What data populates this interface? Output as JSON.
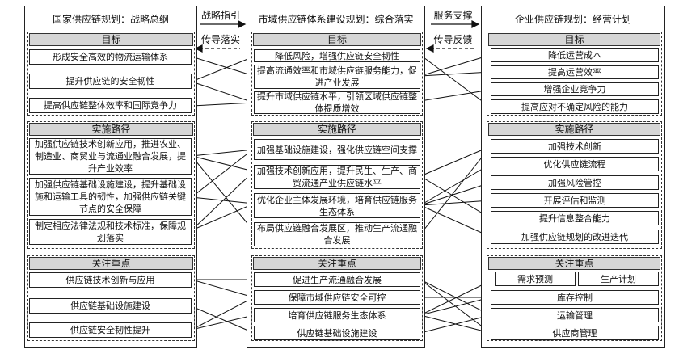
{
  "columns": [
    {
      "title": "国家供应链规划：战略总纲",
      "goals": {
        "header": "目标",
        "items": [
          "形成安全高效的物流运输体系",
          "提升供应链的安全韧性",
          "提高供应链整体效率和国际竞争力"
        ]
      },
      "paths": {
        "header": "实施路径",
        "items": [
          "加强供应链技术创新应用，推进农业、制造业、商贸业与流通业融合发展，提升产业效率",
          "加强供应链基础设施建设，提升基础设施和运输工具的韧性，加强供应链关键节点的安全保障",
          "制定相应法律法规和技术标准，保障规划落实"
        ]
      },
      "focus": {
        "header": "关注重点",
        "items": [
          "供应链技术创新与应用",
          "供应链基础设施建设",
          "供应链安全韧性提升"
        ]
      }
    },
    {
      "title": "市域供应链体系建设规划：综合落实",
      "goals": {
        "header": "目标",
        "items": [
          "降低风险，增强供应链安全韧性",
          "提高流通效率和市域供应链服务能力，促进产业发展",
          "提升市域供应链水平，引领区域供应链整体提质增效"
        ]
      },
      "paths": {
        "header": "实施路径",
        "items": [
          "加强基础设施建设，强化供应链空间支撑",
          "加强技术创新应用，提升民生、生产、商贸流通产业供应链水平",
          "优化企业主体发展环境，培育供应链服务生态体系",
          "布局供应链融合发展区，推动生产流通融合发展"
        ]
      },
      "focus": {
        "header": "关注重点",
        "items": [
          "促进生产流通融合发展",
          "保障市域供应链安全可控",
          "培育供应链服务生态体系",
          "供应链基础设施建设"
        ]
      }
    },
    {
      "title": "企业供应链规划：经营计划",
      "goals": {
        "header": "目标",
        "items": [
          "降低运营成本",
          "提高运营效率",
          "增强企业竞争力",
          "提高应对不确定风险的能力"
        ]
      },
      "paths": {
        "header": "实施路径",
        "items": [
          "加强技术创新",
          "优化供应链流程",
          "加强风险管控",
          "开展评估和监测",
          "提升信息整合能力",
          "加强供应链规划的改进迭代"
        ]
      },
      "focus": {
        "header": "关注重点",
        "items": [
          "需求预测",
          "生产计划",
          "库存控制",
          "运输管理",
          "供应商管理"
        ]
      }
    }
  ],
  "arrows": {
    "strategic_guidance": "战略指引",
    "transmit_implement": "传导落实",
    "service_support": "服务支撑",
    "transmit_feedback": "传导反馈"
  }
}
